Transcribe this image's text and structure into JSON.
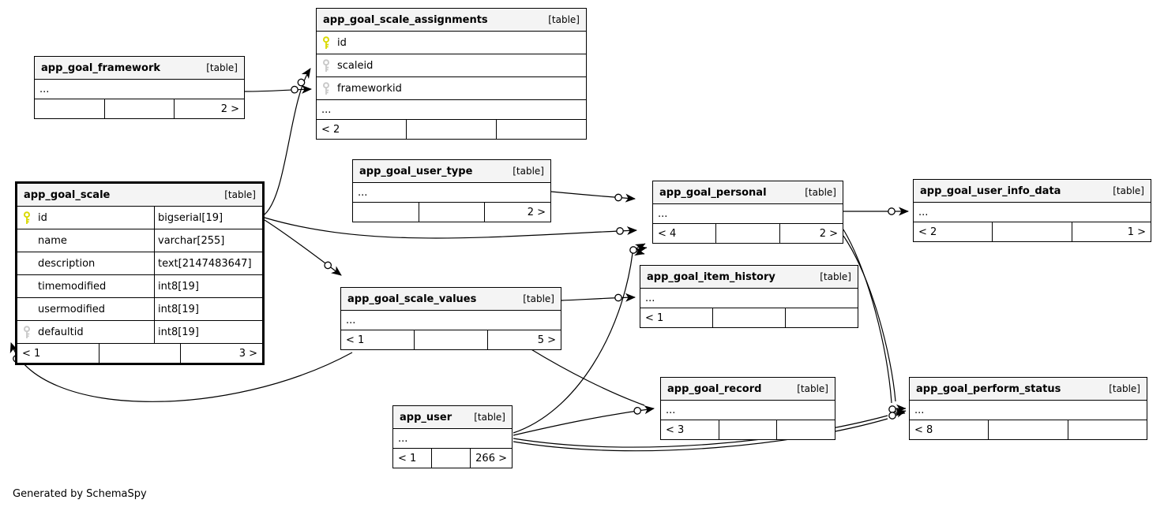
{
  "diagram": {
    "generated_by": "Generated by SchemaSpy",
    "table_badge": "[table]",
    "ellipsis": "...",
    "colors": {
      "primary_key": "#d9d900",
      "foreign_key": "#c9c9c9",
      "header_bg": "#f4f4f4",
      "border": "#000000",
      "background": "#ffffff"
    },
    "tables": [
      {
        "name": "app_goal_scale_assignments",
        "columns": [
          {
            "name": "id",
            "key": "primary"
          },
          {
            "name": "scaleid",
            "key": "foreign"
          },
          {
            "name": "frameworkid",
            "key": "foreign"
          }
        ],
        "ellipsis": "...",
        "footer": [
          "< 2",
          "",
          ""
        ]
      },
      {
        "name": "app_goal_framework",
        "columns": [],
        "ellipsis": "...",
        "footer": [
          "",
          "",
          "2 >"
        ]
      },
      {
        "name": "app_goal_scale",
        "columns": [
          {
            "name": "id",
            "type": "bigserial[19]",
            "key": "primary"
          },
          {
            "name": "name",
            "type": "varchar[255]",
            "key": ""
          },
          {
            "name": "description",
            "type": "text[2147483647]",
            "key": ""
          },
          {
            "name": "timemodified",
            "type": "int8[19]",
            "key": ""
          },
          {
            "name": "usermodified",
            "type": "int8[19]",
            "key": ""
          },
          {
            "name": "defaultid",
            "type": "int8[19]",
            "key": "foreign"
          }
        ],
        "footer": [
          "< 1",
          "",
          "3 >"
        ]
      },
      {
        "name": "app_goal_user_type",
        "columns": [],
        "ellipsis": "...",
        "footer": [
          "",
          "",
          "2 >"
        ]
      },
      {
        "name": "app_goal_personal",
        "columns": [],
        "ellipsis": "...",
        "footer": [
          "< 4",
          "",
          "2 >"
        ]
      },
      {
        "name": "app_goal_user_info_data",
        "columns": [],
        "ellipsis": "...",
        "footer": [
          "< 2",
          "",
          "1 >"
        ]
      },
      {
        "name": "app_goal_item_history",
        "columns": [],
        "ellipsis": "...",
        "footer": [
          "< 1",
          "",
          ""
        ]
      },
      {
        "name": "app_goal_scale_values",
        "columns": [],
        "ellipsis": "...",
        "footer": [
          "< 1",
          "",
          "5 >"
        ]
      },
      {
        "name": "app_goal_record",
        "columns": [],
        "ellipsis": "...",
        "footer": [
          "< 3",
          "",
          ""
        ]
      },
      {
        "name": "app_goal_perform_status",
        "columns": [],
        "ellipsis": "...",
        "footer": [
          "< 8",
          "",
          ""
        ]
      },
      {
        "name": "app_user",
        "columns": [],
        "ellipsis": "...",
        "footer": [
          "< 1",
          "",
          "266 >"
        ]
      }
    ],
    "relationships": [
      {
        "id": "fk-assignments-frameworkid",
        "from": "app_goal_framework",
        "to": "app_goal_scale_assignments.frameworkid"
      },
      {
        "id": "fk-assignments-scaleid",
        "from": "app_goal_scale",
        "to": "app_goal_scale_assignments.scaleid"
      },
      {
        "id": "fk-personal-scale",
        "from": "app_goal_scale",
        "to": "app_goal_personal"
      },
      {
        "id": "fk-scalevalues-scale",
        "from": "app_goal_scale",
        "to": "app_goal_scale_values"
      },
      {
        "id": "fk-personal-usertype",
        "from": "app_goal_user_type",
        "to": "app_goal_personal"
      },
      {
        "id": "fk-userinfo-personal",
        "from": "app_goal_personal",
        "to": "app_goal_user_info_data"
      },
      {
        "id": "fk-itemhistory-scalevalues",
        "from": "app_goal_scale_values",
        "to": "app_goal_item_history"
      },
      {
        "id": "fk-scale-defaultid",
        "from": "app_goal_scale_values",
        "to": "app_goal_scale.defaultid"
      },
      {
        "id": "fk-record-user",
        "from": "app_user",
        "to": "app_goal_record"
      },
      {
        "id": "fk-record-scalevalues",
        "from": "app_goal_scale_values",
        "to": "app_goal_record"
      },
      {
        "id": "fk-personal-user",
        "from": "app_user",
        "to": "app_goal_personal"
      },
      {
        "id": "fk-perform-user-1",
        "from": "app_user",
        "to": "app_goal_perform_status"
      },
      {
        "id": "fk-perform-user-2",
        "from": "app_user",
        "to": "app_goal_perform_status"
      },
      {
        "id": "fk-perform-personal-1",
        "from": "app_goal_personal",
        "to": "app_goal_perform_status"
      },
      {
        "id": "fk-perform-personal-2",
        "from": "app_goal_personal",
        "to": "app_goal_perform_status"
      }
    ]
  }
}
